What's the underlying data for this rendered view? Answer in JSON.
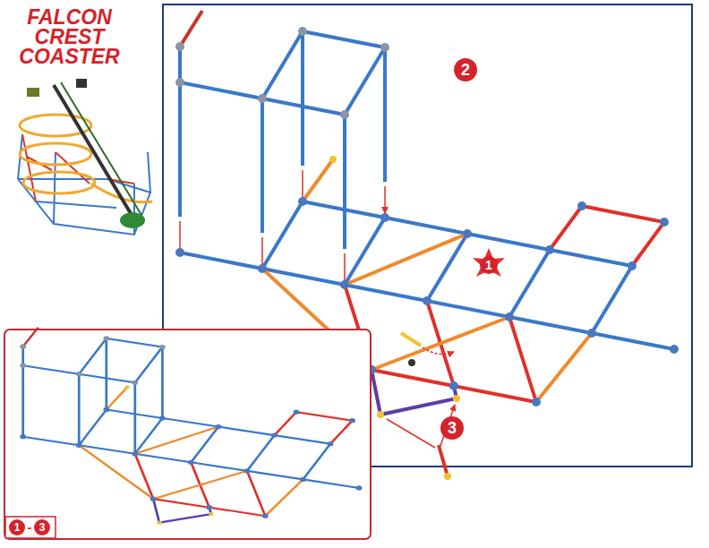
{
  "diagram": {
    "title": "FALCON CREST COASTER",
    "labels": [
      "2",
      "1",
      "3",
      "1",
      "-",
      "3"
    ]
  }
}
